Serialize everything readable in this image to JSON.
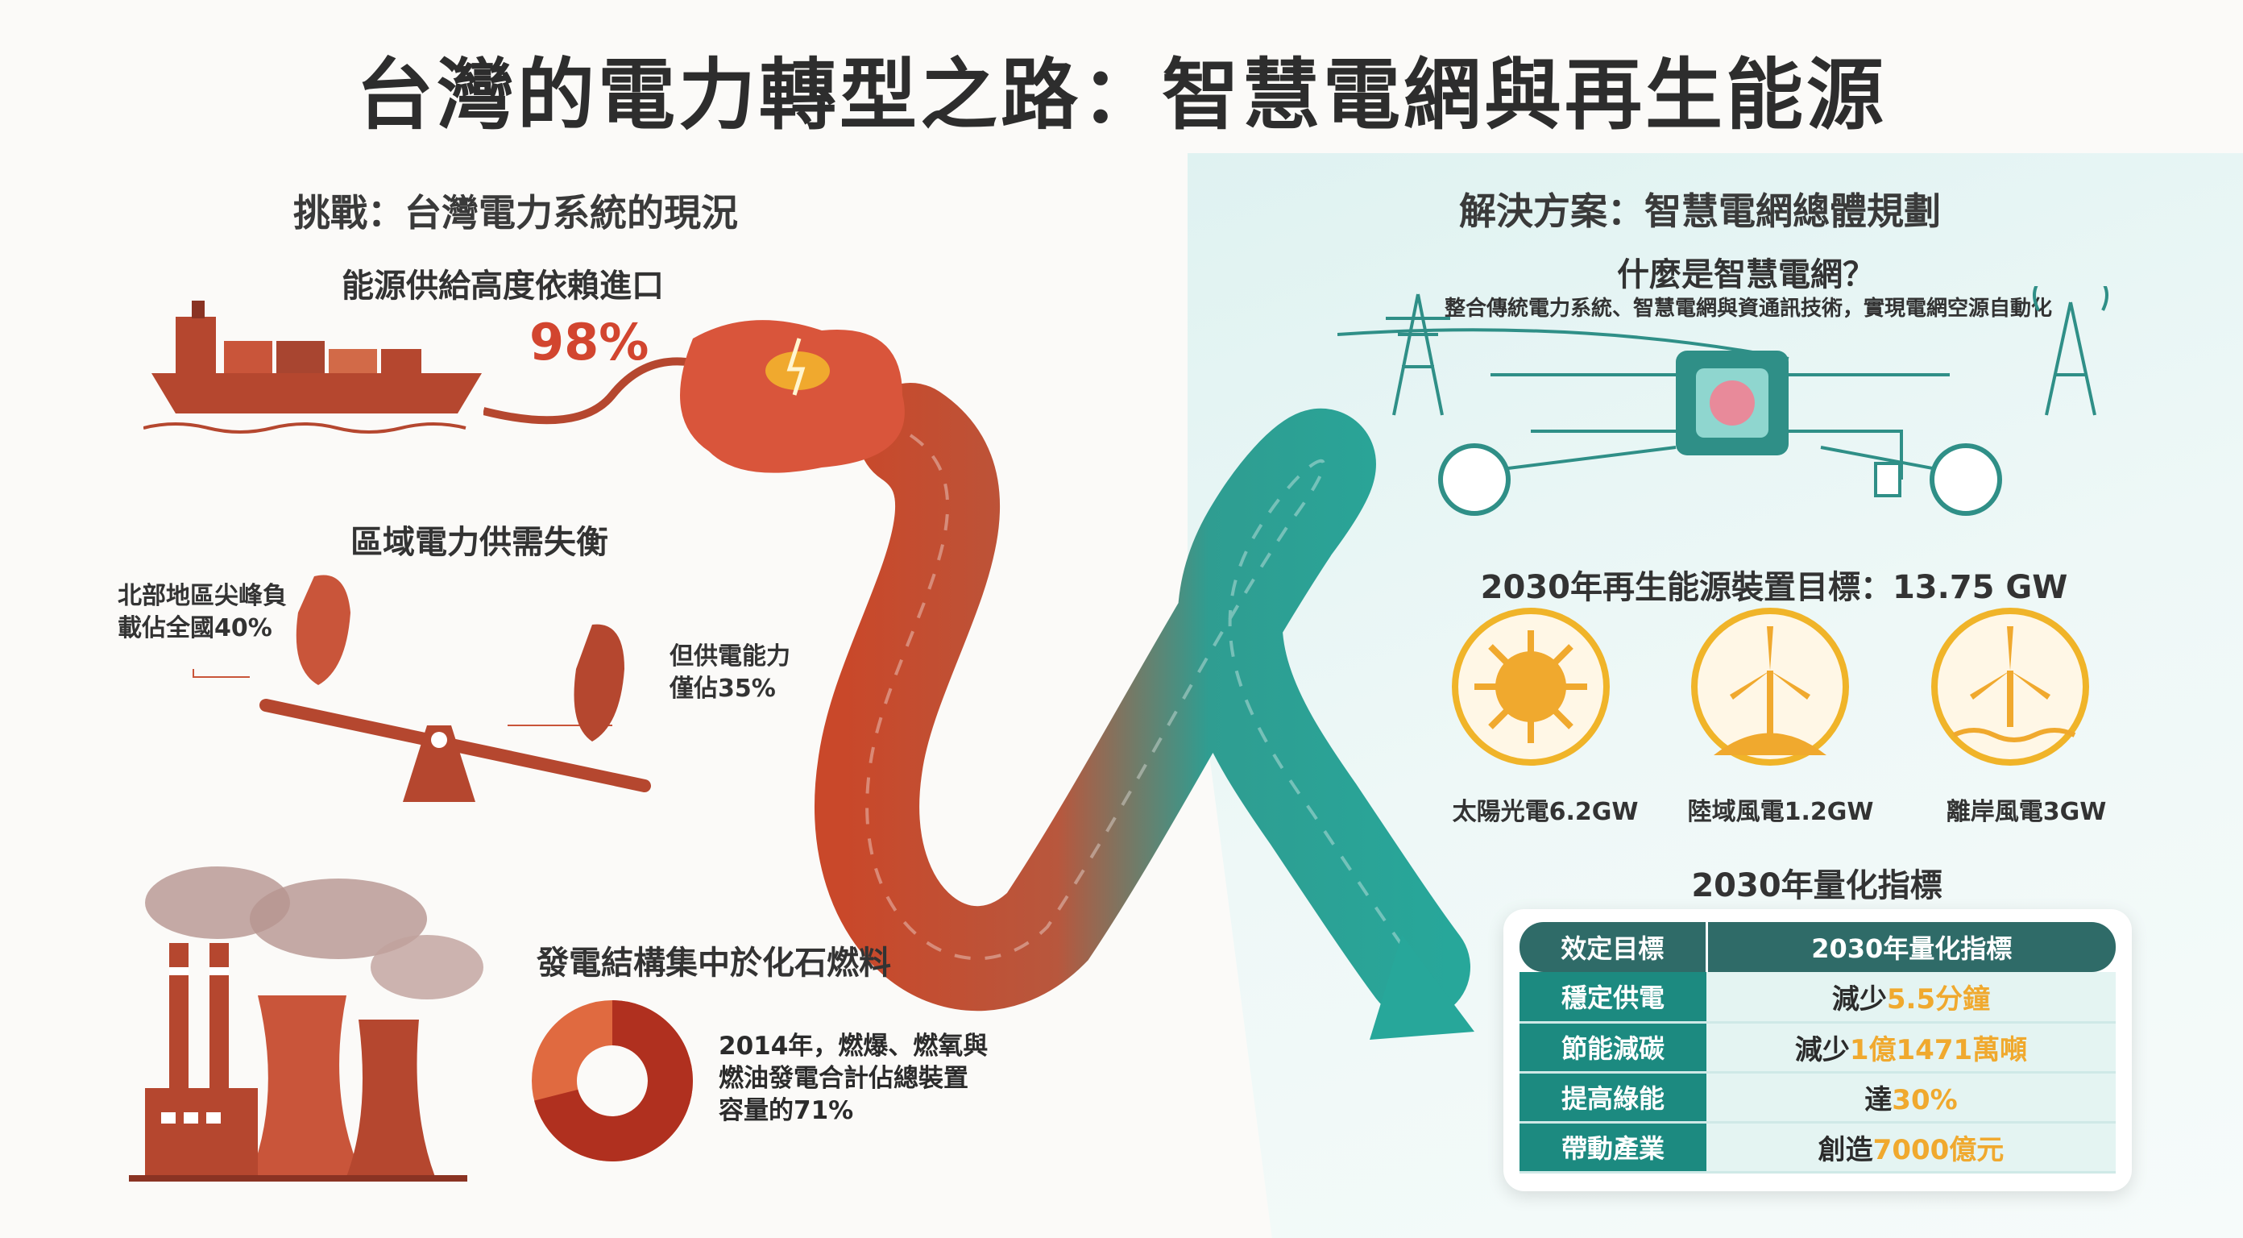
{
  "title": "台灣的電力轉型之路：智慧電網與再生能源",
  "left": {
    "heading": "挑戰：台灣電力系統的現況",
    "import": {
      "title": "能源供給高度依賴進口",
      "value": "98%"
    },
    "imbalance": {
      "title": "區域電力供需失衡",
      "north_line1": "北部地區尖峰負",
      "north_line2": "載佔全國40%",
      "south_line1": "但供電能力",
      "south_line2": "僅佔35%"
    },
    "fossil": {
      "title": "發電結構集中於化石燃料",
      "line1": "2014年，燃爆、燃氧與",
      "line2": "燃油發電合計佔總裝置",
      "line3": "容量的71%",
      "share_percent": 71
    }
  },
  "right": {
    "heading": "解決方案：智慧電網總體規劃",
    "what": {
      "title": "什麼是智慧電網？",
      "desc": "整合傳統電力系統、智慧電網與資通訊技術，實現電網空源自動化"
    },
    "renewable": {
      "title": "2030年再生能源裝置目標：13.75 GW",
      "items": [
        {
          "label": "太陽光電6.2GW",
          "icon": "sun-icon"
        },
        {
          "label": "陸域風電1.2GW",
          "icon": "wind-turbine-icon"
        },
        {
          "label": "離岸風電3GW",
          "icon": "offshore-wind-icon"
        }
      ]
    },
    "metrics": {
      "title": "2030年量化指標",
      "headers": [
        "效定目標",
        "2030年量化指標"
      ],
      "rows": [
        {
          "k": "穩定供電",
          "pre": "減少",
          "hl": "5.5分鐘"
        },
        {
          "k": "節能減碳",
          "pre": "減少",
          "hl": "1億1471萬噸"
        },
        {
          "k": "提高綠能",
          "pre": "達",
          "hl": "30%"
        },
        {
          "k": "帶動產業",
          "pre": "創造",
          "hl": "7000億元"
        }
      ]
    }
  },
  "colors": {
    "red": "#d2452f",
    "teal": "#1c8a80",
    "gold": "#f0a92e"
  }
}
